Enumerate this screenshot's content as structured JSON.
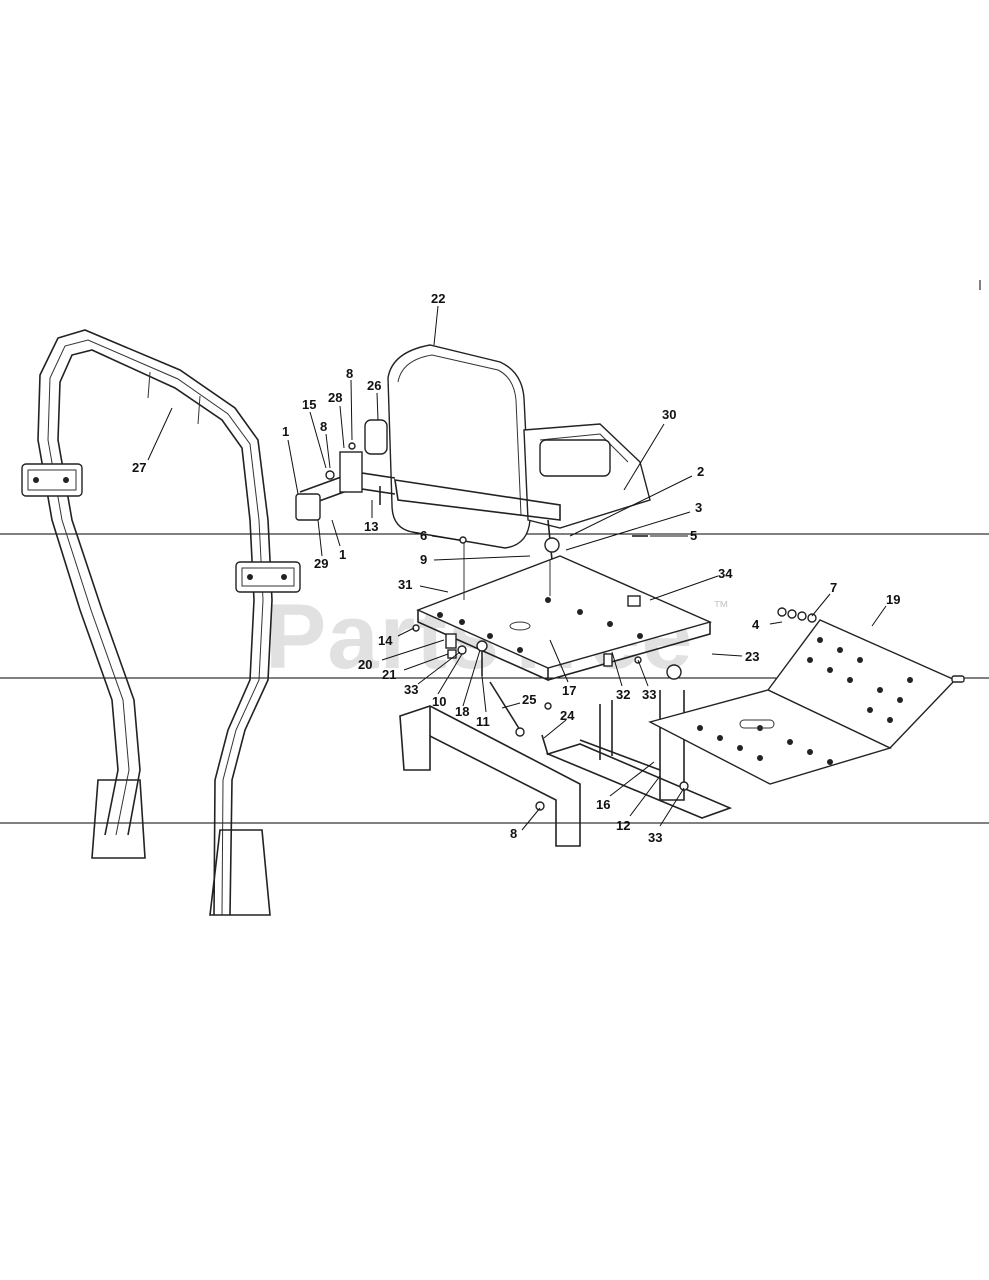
{
  "watermark": {
    "text": "PartsTree",
    "trademark": "™"
  },
  "callouts": [
    "22",
    "8",
    "28",
    "26",
    "15",
    "8",
    "1",
    "30",
    "27",
    "2",
    "3",
    "13",
    "29",
    "1",
    "6",
    "5",
    "9",
    "31",
    "34",
    "7",
    "19",
    "4",
    "14",
    "23",
    "20",
    "21",
    "33",
    "10",
    "18",
    "17",
    "32",
    "33",
    "11",
    "25",
    "24",
    "16",
    "12",
    "8",
    "33"
  ]
}
